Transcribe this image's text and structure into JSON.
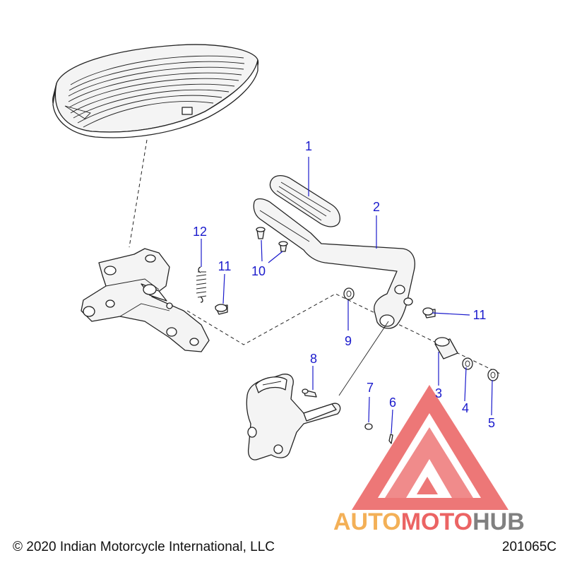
{
  "callouts": [
    {
      "id": "1",
      "label": "1"
    },
    {
      "id": "2",
      "label": "2"
    },
    {
      "id": "3",
      "label": "3"
    },
    {
      "id": "4",
      "label": "4"
    },
    {
      "id": "5",
      "label": "5"
    },
    {
      "id": "6",
      "label": "6"
    },
    {
      "id": "7",
      "label": "7"
    },
    {
      "id": "8",
      "label": "8"
    },
    {
      "id": "9",
      "label": "9"
    },
    {
      "id": "10",
      "label": "10"
    },
    {
      "id": "11a",
      "label": "11"
    },
    {
      "id": "11b",
      "label": "11"
    },
    {
      "id": "12",
      "label": "12"
    }
  ],
  "watermark": {
    "text_part1": "AUTO",
    "text_part2": "MOTO",
    "text_part3": "HUB",
    "color_red": "#e84a4a",
    "color_orange": "#f2a33a",
    "color_gray": "#6a6a6a"
  },
  "footer": {
    "copyright": "© 2020 Indian Motorcycle International, LLC",
    "diagram_id": "201065C"
  },
  "colors": {
    "callout": "#1a1acc",
    "line": "#222222"
  }
}
